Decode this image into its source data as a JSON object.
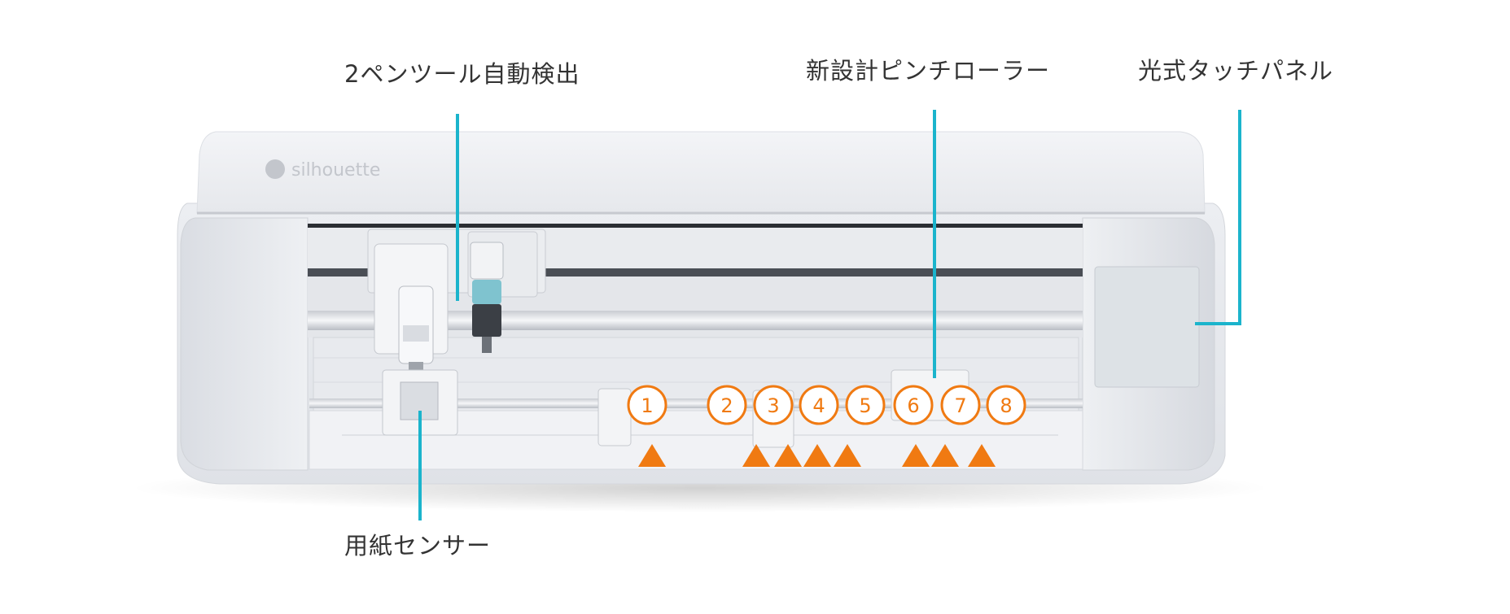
{
  "product": {
    "brand_text": "silhouette"
  },
  "callouts": {
    "pen_tool": "2ペンツール自動検出",
    "pinch_roller": "新設計ピンチローラー",
    "touch_panel": "光式タッチパネル",
    "paper_sensor": "用紙センサー"
  },
  "positions": [
    "1",
    "2",
    "3",
    "4",
    "5",
    "6",
    "7",
    "8"
  ],
  "colors": {
    "callout_line": "#1bb4cc",
    "position_marker": "#f07a12",
    "label_text": "#333333"
  }
}
